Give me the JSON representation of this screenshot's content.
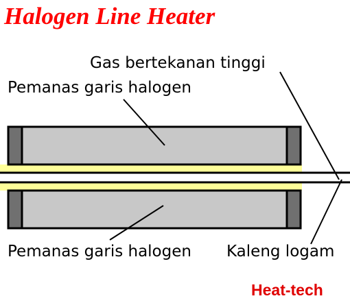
{
  "title": "Halogen Line Heater",
  "labels": {
    "gas": "Gas bertekanan tinggi",
    "heater_top": "Pemanas garis halogen",
    "heater_bottom": "Pemanas garis halogen",
    "can": "Kaleng logam"
  },
  "brand": "Heat-tech",
  "colors": {
    "title": "#ff0000",
    "brand": "#e00000",
    "heater_body": "#c8c8c8",
    "heater_cap": "#707070",
    "glow": "#ffff99",
    "outline": "#000000"
  }
}
